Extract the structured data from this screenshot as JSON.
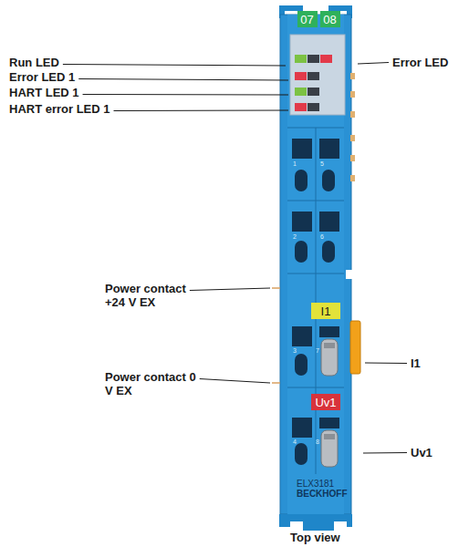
{
  "diagram": {
    "nodes": [
      {
        "text": [
          "07"
        ]
      },
      {
        "text": [
          "08"
        ]
      },
      {
        "text": [
          "I1"
        ]
      },
      {
        "text": [
          "Uv1"
        ]
      }
    ],
    "labels": [
      "Run LED",
      "Error LED 1",
      "HART LED 1",
      "HART error LED 1",
      "Error LED",
      "Power contact +24 V EX",
      "I1",
      "Power contact 0 V EX",
      "Uv1",
      "1",
      "5",
      "2",
      "6",
      "3",
      "7",
      "4",
      "8",
      "ELX3181",
      "BECKHOFF",
      "Top view"
    ]
  }
}
